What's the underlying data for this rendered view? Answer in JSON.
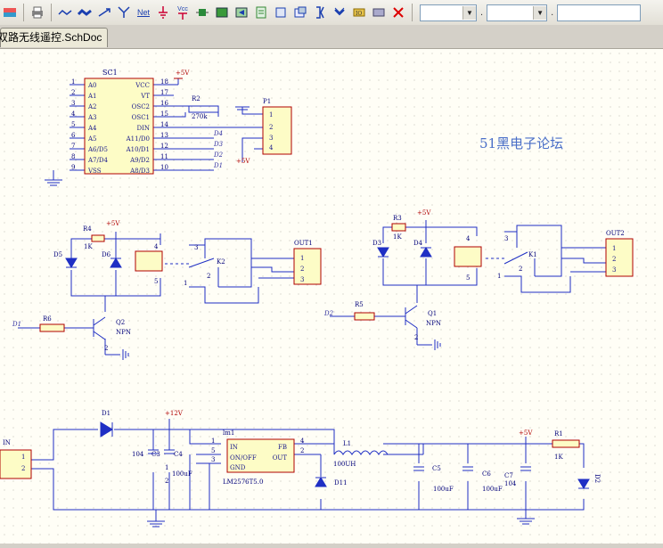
{
  "toolbar": {
    "icons": [
      "fade-icon",
      "print-icon",
      "wire-icon",
      "bus-icon",
      "bus-entry-icon",
      "signal-harness-icon",
      "net-label-icon",
      "ground-icon",
      "vcc-power-port-icon",
      "place-part-icon",
      "sheet-symbol-icon",
      "sheet-entry-icon",
      "device-sheet-icon",
      "harness-connector-icon",
      "harness-entry-icon",
      "port-icon",
      "off-sheet-connector-icon",
      "no-erc-icon",
      "directive-icon",
      "no-connect-icon"
    ],
    "net_label": "Net",
    "vcc_label": "Vcc",
    "combo_separator": "."
  },
  "tab": {
    "label": "无线遥控.SchDoc",
    "prefix": "双路"
  },
  "schematic": {
    "watermark": "51黑电子论坛",
    "sc1": {
      "designator": "SC1",
      "left_pin_nums": [
        "1",
        "2",
        "3",
        "4",
        "5",
        "6",
        "7",
        "8",
        "9"
      ],
      "left_pin_names": [
        "A0",
        "A1",
        "A2",
        "A3",
        "A4",
        "A5",
        "A6/D5",
        "A7/D4",
        "VSS"
      ],
      "right_pin_nums": [
        "18",
        "17",
        "16",
        "15",
        "14",
        "13",
        "12",
        "11",
        "10"
      ],
      "right_pin_names": [
        "VCC",
        "VT",
        "OSC2",
        "OSC1",
        "DIN",
        "A11/D0",
        "A10/D1",
        "A9/D2",
        "A8/D3"
      ],
      "net_labels": [
        "D4",
        "D3",
        "D2",
        "D1"
      ]
    },
    "r2": {
      "designator": "R2",
      "value": "270k"
    },
    "p1": {
      "designator": "P1",
      "pins": [
        "1",
        "2",
        "3",
        "4"
      ]
    },
    "power_5v": "+5V",
    "power_12v": "+12V",
    "ch1": {
      "r4": "R4",
      "r4_value": "1K",
      "d5": "D5",
      "d6": "D6",
      "r6": "R6",
      "q": "Q2",
      "q_type": "NPN",
      "k": "K2",
      "out": "OUT1",
      "in_net": "D1",
      "relay_pins": [
        "3",
        "4",
        "5",
        "1",
        "2"
      ],
      "out_pins": [
        "1",
        "2",
        "3"
      ],
      "q_pin": "2"
    },
    "ch2": {
      "r3": "R3",
      "r3_value": "1K",
      "d3": "D3",
      "d4": "D4",
      "r5": "R5",
      "q": "Q1",
      "q_type": "NPN",
      "k": "K1",
      "out": "OUT2",
      "in_net": "D2",
      "relay_pins": [
        "3",
        "4",
        "5",
        "1",
        "2"
      ],
      "out_pins": [
        "1",
        "2",
        "3"
      ],
      "q_pin": "2"
    },
    "psu": {
      "in": "IN",
      "in_pins": [
        "1",
        "2"
      ],
      "d1": "D1",
      "c3": "C3",
      "c3_value": "104",
      "c4": "C4",
      "c4_value": "100uF",
      "u": "lm1",
      "u_part": "LM2576T5.0",
      "u_pins": [
        "IN",
        "ON/OFF",
        "GND",
        "FB",
        "OUT"
      ],
      "u_pin_nums": [
        "1",
        "5",
        "3",
        "4",
        "2"
      ],
      "l1": "L1",
      "l1_value": "100UH",
      "d11": "D11",
      "c5": "C5",
      "c5_value": "100uF",
      "c6": "C6",
      "c6_value": "100uF",
      "c7": "C7",
      "c7_value": "104",
      "r1": "R1",
      "r1_value": "1K",
      "d2": "D2",
      "pin_small": [
        "1",
        "2"
      ]
    }
  },
  "colors": {
    "wire": "#1f2fc4",
    "part_body": "#fdfcc6",
    "part_outline": "#b00000",
    "label": "#1a1a8c",
    "designator": "#00007a",
    "net": "#3030a0",
    "power": "#b00000",
    "watermark": "#4a6fc8"
  }
}
